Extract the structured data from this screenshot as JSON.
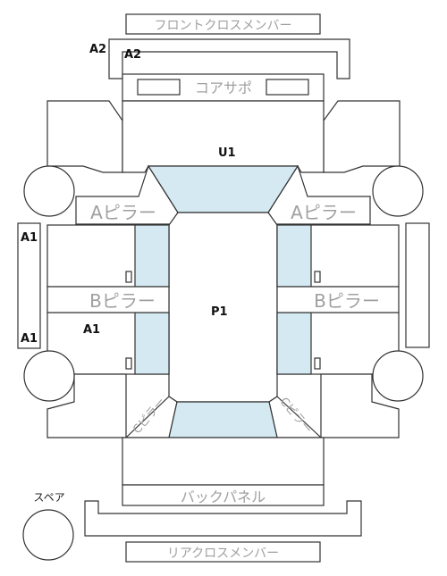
{
  "parts": {
    "front_cross_member": "フロントクロスメンバー",
    "core_support": "コアサポ",
    "a_pillar_left": "Aピラー",
    "a_pillar_right": "Aピラー",
    "b_pillar_left": "Bピラー",
    "b_pillar_right": "Bピラー",
    "c_pillar_left": "Cピラー",
    "c_pillar_right": "Cピラー",
    "back_panel": "バックパネル",
    "rear_cross_member": "リアクロスメンバー",
    "spare": "スペア"
  },
  "codes": {
    "a2_left": "A2",
    "a2_right": "A2",
    "u1": "U1",
    "a1_side_top": "A1",
    "a1_side_bottom": "A1",
    "a1_door": "A1",
    "p1": "P1"
  },
  "colors": {
    "glass": "#d4e9f2",
    "outline": "#333333",
    "part_text": "#a0a0a0"
  }
}
